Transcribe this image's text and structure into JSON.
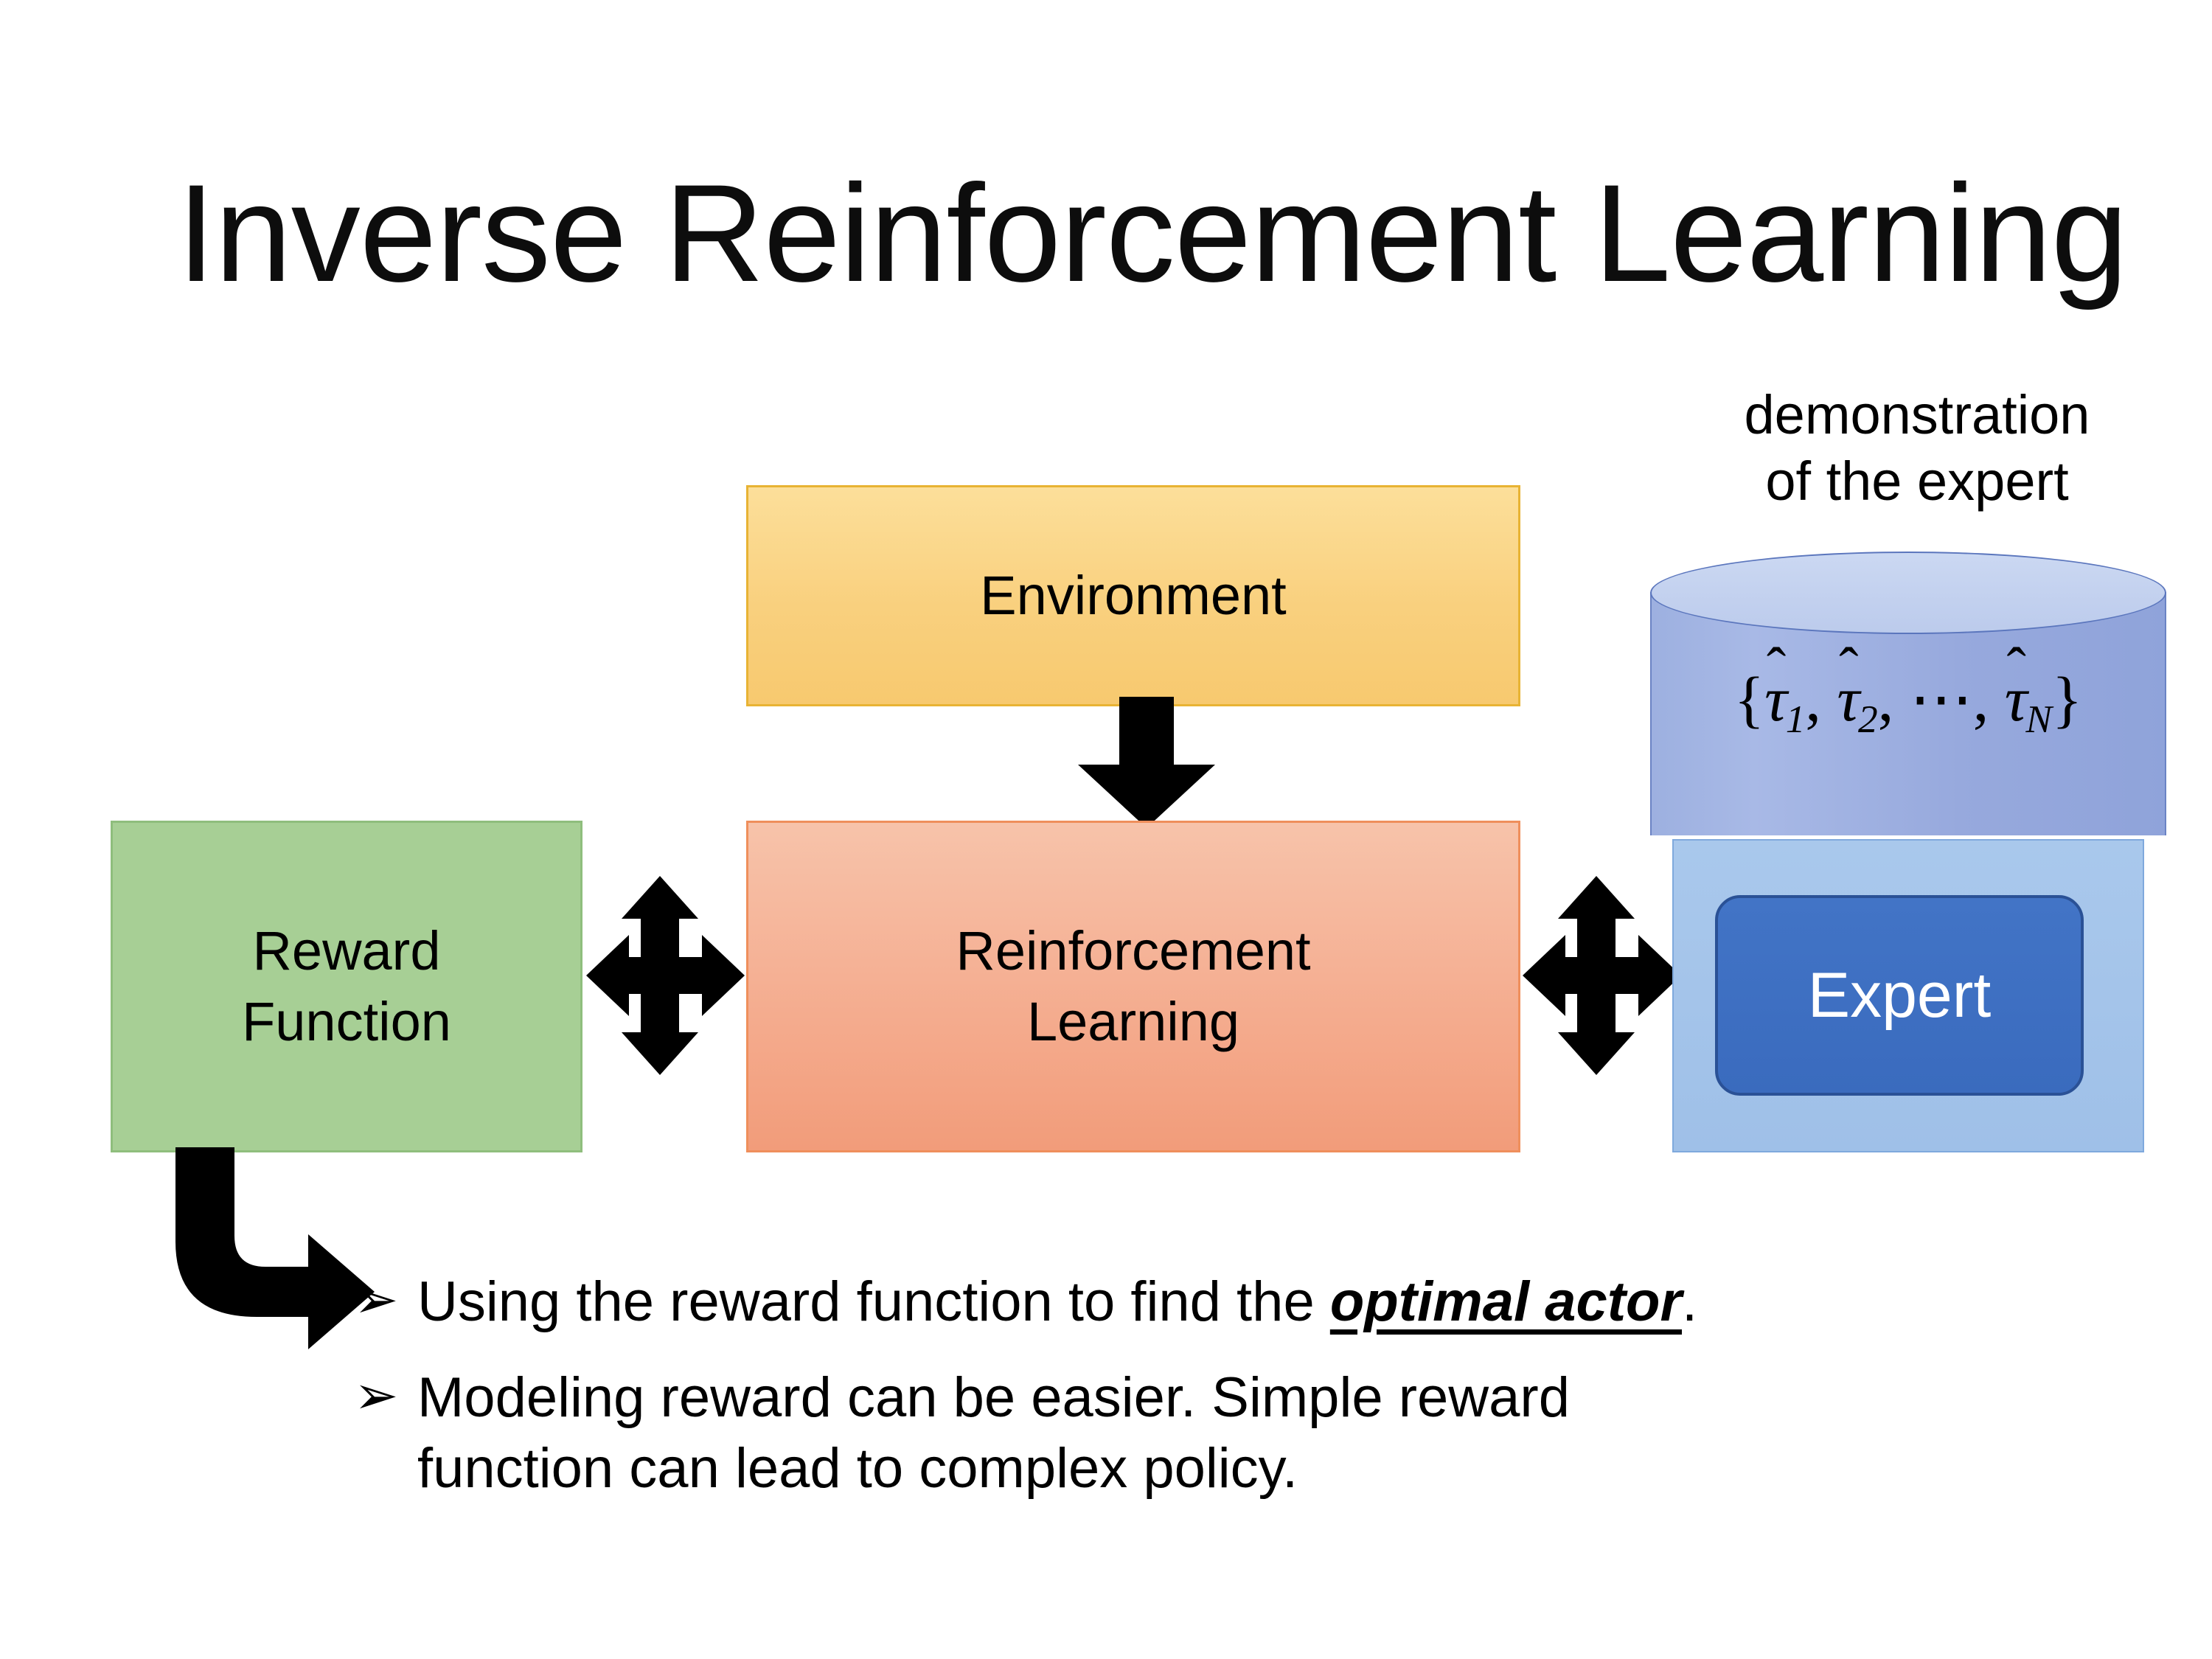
{
  "slide": {
    "title": "Inverse Reinforcement Learning",
    "background_color": "#FFFFFF"
  },
  "diagram": {
    "environment_box": {
      "label": "Environment",
      "fill_color": "#F9D07E",
      "border_color": "#E8B334"
    },
    "reinforcement_learning_box": {
      "label": "Reinforcement Learning",
      "line1": "Reinforcement",
      "line2": "Learning",
      "fill_color": "#F5B195",
      "border_color": "#EF8F5C"
    },
    "reward_function_box": {
      "label": "Reward Function",
      "line1": "Reward",
      "line2": "Function",
      "fill_color": "#A7CF95",
      "border_color": "#8FBE7D"
    },
    "expert_panel": {
      "caption_line1": "demonstration",
      "caption_line2": "of the expert",
      "fill_color": "#A9C8EC",
      "border_color": "#7FA9DD"
    },
    "trajectory_cylinder": {
      "formula_plain": "{τ̂1, τ̂2, ⋯, τ̂N}",
      "open_brace": "{",
      "tau": "τ",
      "subscript_1": "1",
      "subscript_2": "2",
      "subscript_n": "N",
      "ellipsis": "⋯",
      "comma": ",",
      "close_brace": "}",
      "fill_color": "#97A9DD",
      "top_color": "#CBD8F2",
      "border_color": "#6B83C4"
    },
    "expert_button": {
      "label": "Expert",
      "fill_color": "#3A6BBE",
      "border_color": "#2A5196",
      "text_color": "#FFFFFF"
    },
    "arrows": {
      "environment_to_rl": "down-arrow",
      "reward_to_rl": "quad-arrow",
      "rl_to_expert": "quad-arrow",
      "reward_to_bullet": "bent-arrow",
      "color": "#000000"
    }
  },
  "bullets": [
    {
      "glyph": "➢",
      "text_before": "Using the reward function to find the ",
      "emphasis": "optimal actor",
      "text_after": ".",
      "line2": ""
    },
    {
      "glyph": "➢",
      "text_before": "Modeling reward can be easier. Simple reward",
      "emphasis": "",
      "text_after": "",
      "line2": "function can lead to complex policy."
    }
  ]
}
